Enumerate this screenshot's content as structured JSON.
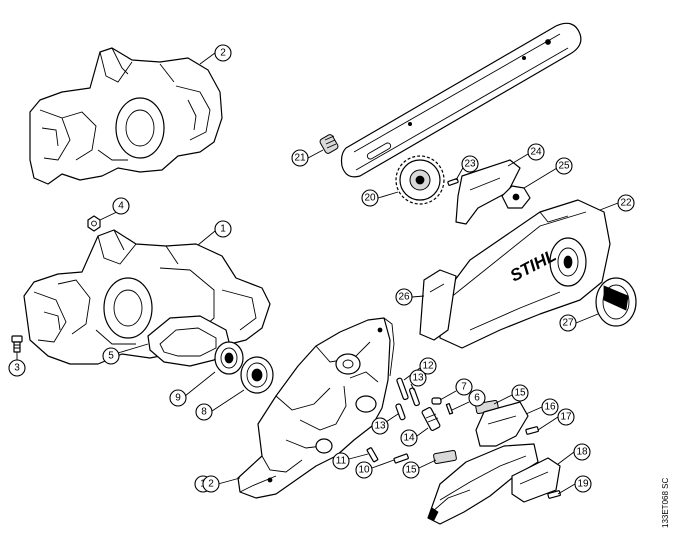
{
  "diagram": {
    "brand_text": "STIHL",
    "drawing_code": "133ET068 SC",
    "colors": {
      "line": "#000000",
      "background": "#ffffff",
      "shade": "#d9d9d9"
    },
    "callouts": [
      {
        "id": "c2-top",
        "label": "2"
      },
      {
        "id": "c4",
        "label": "4"
      },
      {
        "id": "c1",
        "label": "1"
      },
      {
        "id": "c3",
        "label": "3"
      },
      {
        "id": "c5",
        "label": "5"
      },
      {
        "id": "c9",
        "label": "9"
      },
      {
        "id": "c8",
        "label": "8"
      },
      {
        "id": "c21",
        "label": "21"
      },
      {
        "id": "c20",
        "label": "20"
      },
      {
        "id": "c23",
        "label": "23"
      },
      {
        "id": "c24",
        "label": "24"
      },
      {
        "id": "c25",
        "label": "25"
      },
      {
        "id": "c22",
        "label": "22"
      },
      {
        "id": "c26",
        "label": "26"
      },
      {
        "id": "c27",
        "label": "27"
      },
      {
        "id": "c12",
        "label": "12"
      },
      {
        "id": "c13a",
        "label": "13"
      },
      {
        "id": "c7",
        "label": "7"
      },
      {
        "id": "c6",
        "label": "6"
      },
      {
        "id": "c15a",
        "label": "15"
      },
      {
        "id": "c13b",
        "label": "13"
      },
      {
        "id": "c14",
        "label": "14"
      },
      {
        "id": "c16",
        "label": "16"
      },
      {
        "id": "c17",
        "label": "17"
      },
      {
        "id": "c11",
        "label": "11"
      },
      {
        "id": "c10",
        "label": "10"
      },
      {
        "id": "c15b",
        "label": "15"
      },
      {
        "id": "c18",
        "label": "18"
      },
      {
        "id": "c19",
        "label": "19"
      },
      {
        "id": "c1b",
        "label": "1"
      },
      {
        "id": "c2b",
        "label": "2"
      }
    ]
  }
}
